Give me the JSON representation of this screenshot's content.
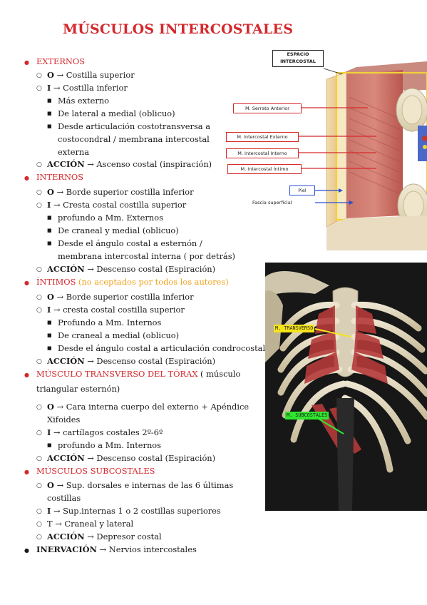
{
  "title": "MÚSCULOS INTERCOSTALES",
  "sections": {
    "externos": {
      "heading": "EXTERNOS",
      "o_key": "O",
      "o_text": "→ Costilla superior",
      "i_key": "I",
      "i_text": "→ Costilla inferior",
      "sub1": "Más externo",
      "sub2": "De lateral a medial (oblicuo)",
      "sub3_l1": "Desde articulación costotransversa a",
      "sub3_l2": "costocondral / membrana intercostal",
      "sub3_l3": "externa",
      "accion_key": "ACCIÓN",
      "accion_text": "→ Ascenso costal (inspiración)"
    },
    "internos": {
      "heading": "INTERNOS",
      "o_key": "O",
      "o_text": "→ Borde superior costilla inferior",
      "i_key": "I",
      "i_text": "→ Cresta costal costilla superior",
      "sub1": "profundo a Mm. Externos",
      "sub2": "De craneal y medial (oblicuo)",
      "sub3_l1": "Desde el ángulo costal a esternón /",
      "sub3_l2": "membrana intercostal interna ( por detrás)",
      "accion_key": "ACCIÓN",
      "accion_text": "→ Descenso costal (Espiración)"
    },
    "intimos": {
      "heading": "ÍNTIMOS",
      "note": "(no aceptados por todos los autores)",
      "o_key": "O",
      "o_text": "→ Borde superior costilla inferior",
      "i_key": "I",
      "i_text": "→ cresta costal costilla superior",
      "sub1": "Profundo a Mm. Internos",
      "sub2": "De craneal a medial (oblicuo)",
      "sub3": "Desde el ángulo costal a articulación condrocostal",
      "accion_key": "ACCIÓN",
      "accion_text": "→ Descenso costal (Espiración)"
    },
    "transverso": {
      "heading": "MÚSCULO TRANSVERSO DEL TÓRAX",
      "heading_rest": " ( músculo",
      "heading_l2": "triangular esternón)",
      "o_key": "O",
      "o_text_l1": "→ Cara interna cuerpo del externo + Apéndice",
      "o_text_l2": "Xifoides",
      "i_key": "I",
      "i_text": "→ cartílagos costales 2º-6º",
      "sub1": "profundo a Mm. Internos",
      "accion_key": "ACCIÓN",
      "accion_text": "→  Descenso costal (Espiración)"
    },
    "subcostales": {
      "heading": "MÚSCULOS SUBCOSTALES",
      "o_key": "O",
      "o_text_l1": "→ Sup. dorsales e internas de las 6 últimas",
      "o_text_l2": "costillas",
      "i_key": "I",
      "i_text": "→ Sup.internas 1 o 2 costillas superiores",
      "t_text": "T → Craneal y lateral",
      "accion_key": "ACCIÓN",
      "accion_text": "→ Depresor costal"
    },
    "inervacion": {
      "key": "INERVACIÓN",
      "text": "→ Nervios intercostales"
    }
  },
  "diagram1": {
    "label_espacio_l1": "ESPACIO",
    "label_espacio_l2": "INTERCOSTAL",
    "label_serrato": "M. Serrato Anterior",
    "label_externo": "M. Intercostal Externo",
    "label_interno": "M. Intercostal Interno",
    "label_intimo": "M. Intercostal Íntimo",
    "label_piel": "Piel",
    "label_fascia": "Fascia superficial"
  },
  "diagram2": {
    "tag_transverso": "M. TRANSVERSO",
    "tag_subcostales": "M. SUBCOSTALES",
    "color_transverso": "#f5e51a",
    "color_subcostales": "#2fe62f"
  },
  "colors": {
    "heading_red": "#d4282d",
    "note_orange": "#f0a21e"
  }
}
